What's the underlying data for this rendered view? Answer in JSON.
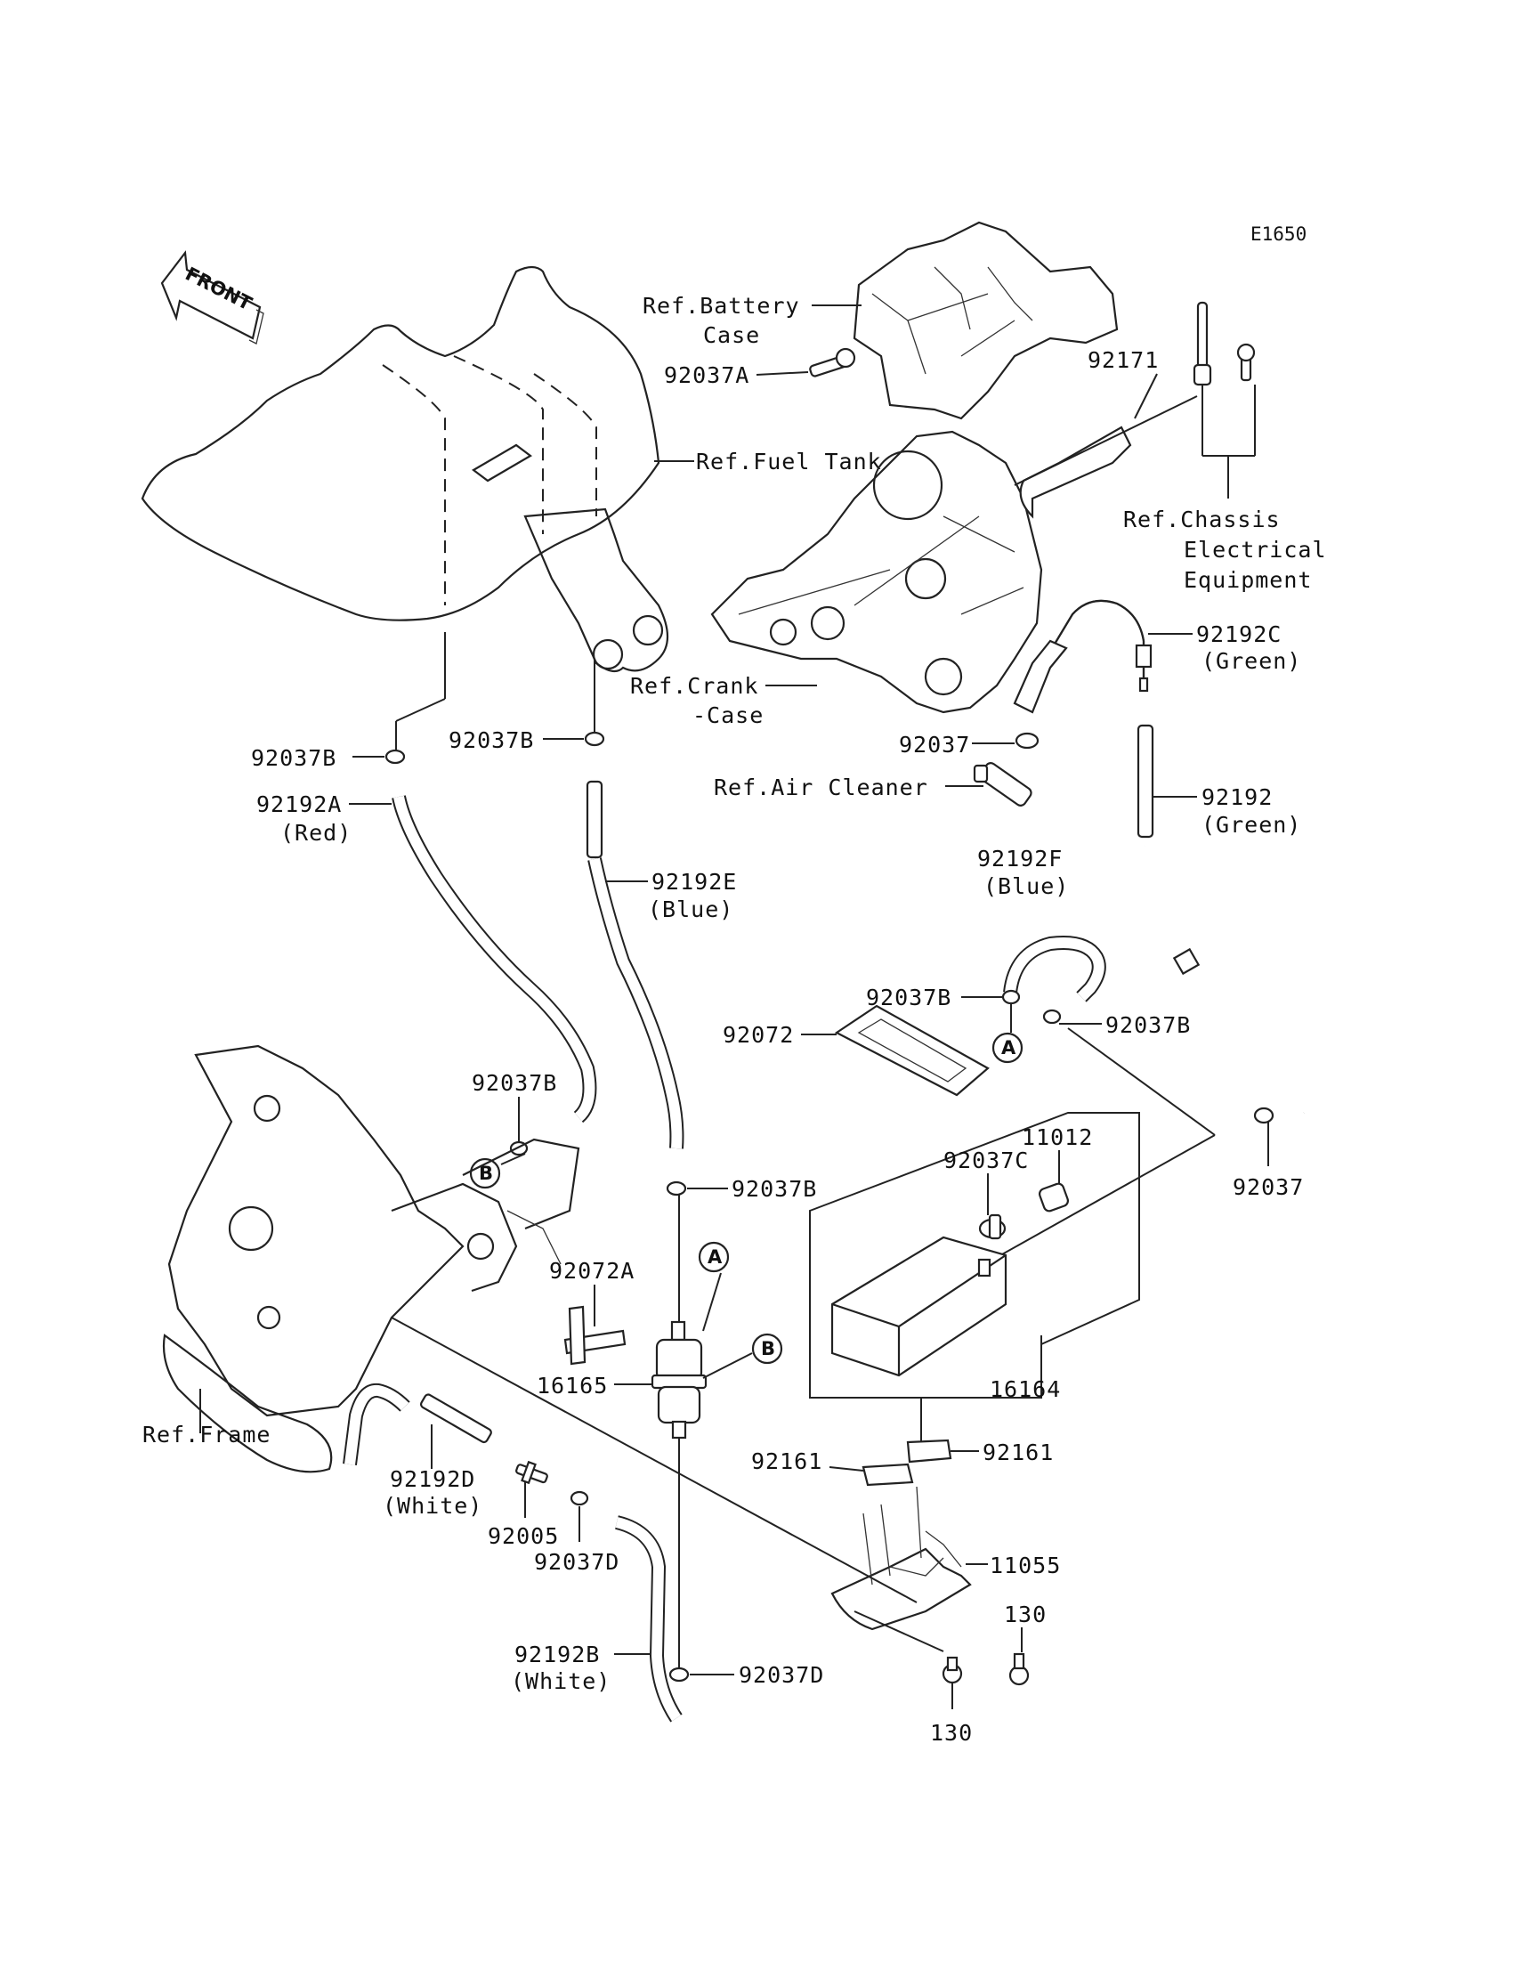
{
  "diagram_code": "E1650",
  "front_label": "FRONT",
  "references": {
    "battery_case": [
      "Ref.Battery",
      "Case"
    ],
    "fuel_tank": "Ref.Fuel Tank",
    "chassis": [
      "Ref.Chassis",
      "Electrical",
      "Equipment"
    ],
    "crankcase": [
      "Ref.Crank",
      "-Case"
    ],
    "air_cleaner": "Ref.Air Cleaner",
    "frame": "Ref.Frame"
  },
  "parts": {
    "p92037A": "92037A",
    "p92171": "92171",
    "p92192C": [
      "92192C",
      "(Green)"
    ],
    "p92192": [
      "92192",
      "(Green)"
    ],
    "p92037_air": "92037",
    "p92037B_tl": "92037B",
    "p92037B_tm": "92037B",
    "p92192A": [
      "92192A",
      "(Red)"
    ],
    "p92192E": [
      "92192E",
      "(Blue)"
    ],
    "p92192F": [
      "92192F",
      "(Blue)"
    ],
    "p92037B_f1": "92037B",
    "p92037B_f2": "92037B",
    "p92072": "92072",
    "p92037B_b": "92037B",
    "p92037B_m": "92037B",
    "p11012": "11012",
    "p92037C": "92037C",
    "p92037_r": "92037",
    "p92072A": "92072A",
    "p16165": "16165",
    "p16164": "16164",
    "p92161_l": "92161",
    "p92161_r": "92161",
    "p11055": "11055",
    "p130_r": "130",
    "p130_b": "130",
    "p92192D": [
      "92192D",
      "(White)"
    ],
    "p92005": "92005",
    "p92037D_l": "92037D",
    "p92192B": [
      "92192B",
      "(White)"
    ],
    "p92037D_b": "92037D"
  },
  "callouts": {
    "A": "A",
    "B": "B"
  }
}
